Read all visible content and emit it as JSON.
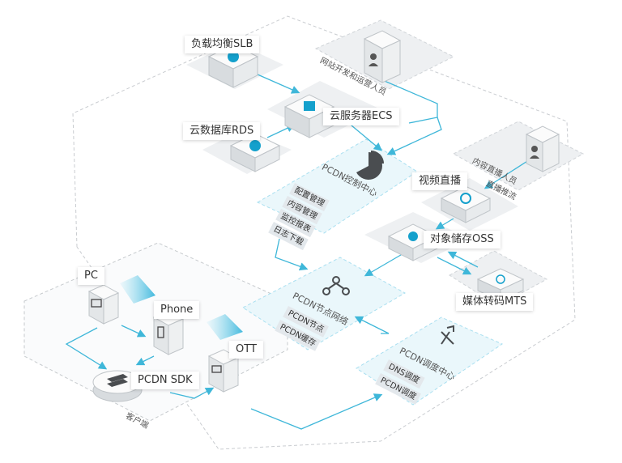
{
  "diagram": {
    "cloud_services": {
      "slb": "负载均衡SLB",
      "ecs": "云服务器ECS",
      "rds": "云数据库RDS",
      "live": "视频直播",
      "oss": "对象储存OSS",
      "mts": "媒体转码MTS"
    },
    "personnel": {
      "dev_ops": "网站开发和运营人员",
      "content": "内容直播人员",
      "push_label": "直播推流"
    },
    "control_center": {
      "title": "PCDN控制中心",
      "items": [
        "配置管理",
        "内容管理",
        "监控报表",
        "日志下载"
      ]
    },
    "node_network": {
      "title": "PCDN节点网络",
      "items": [
        "PCDN节点",
        "PCDN缓存"
      ]
    },
    "dispatch_center": {
      "title": "PCDN调度中心",
      "items": [
        "DNS调度",
        "PCDN调度"
      ]
    },
    "clients": {
      "pc": "PC",
      "phone": "Phone",
      "ott": "OTT",
      "sdk": "PCDN SDK",
      "zone": "客户端"
    },
    "colors": {
      "connector": "#3fb7d9",
      "accent": "#14a0cc",
      "zone_fill": "#f1f3f5",
      "panel_fill": "#eaf7fb"
    }
  }
}
